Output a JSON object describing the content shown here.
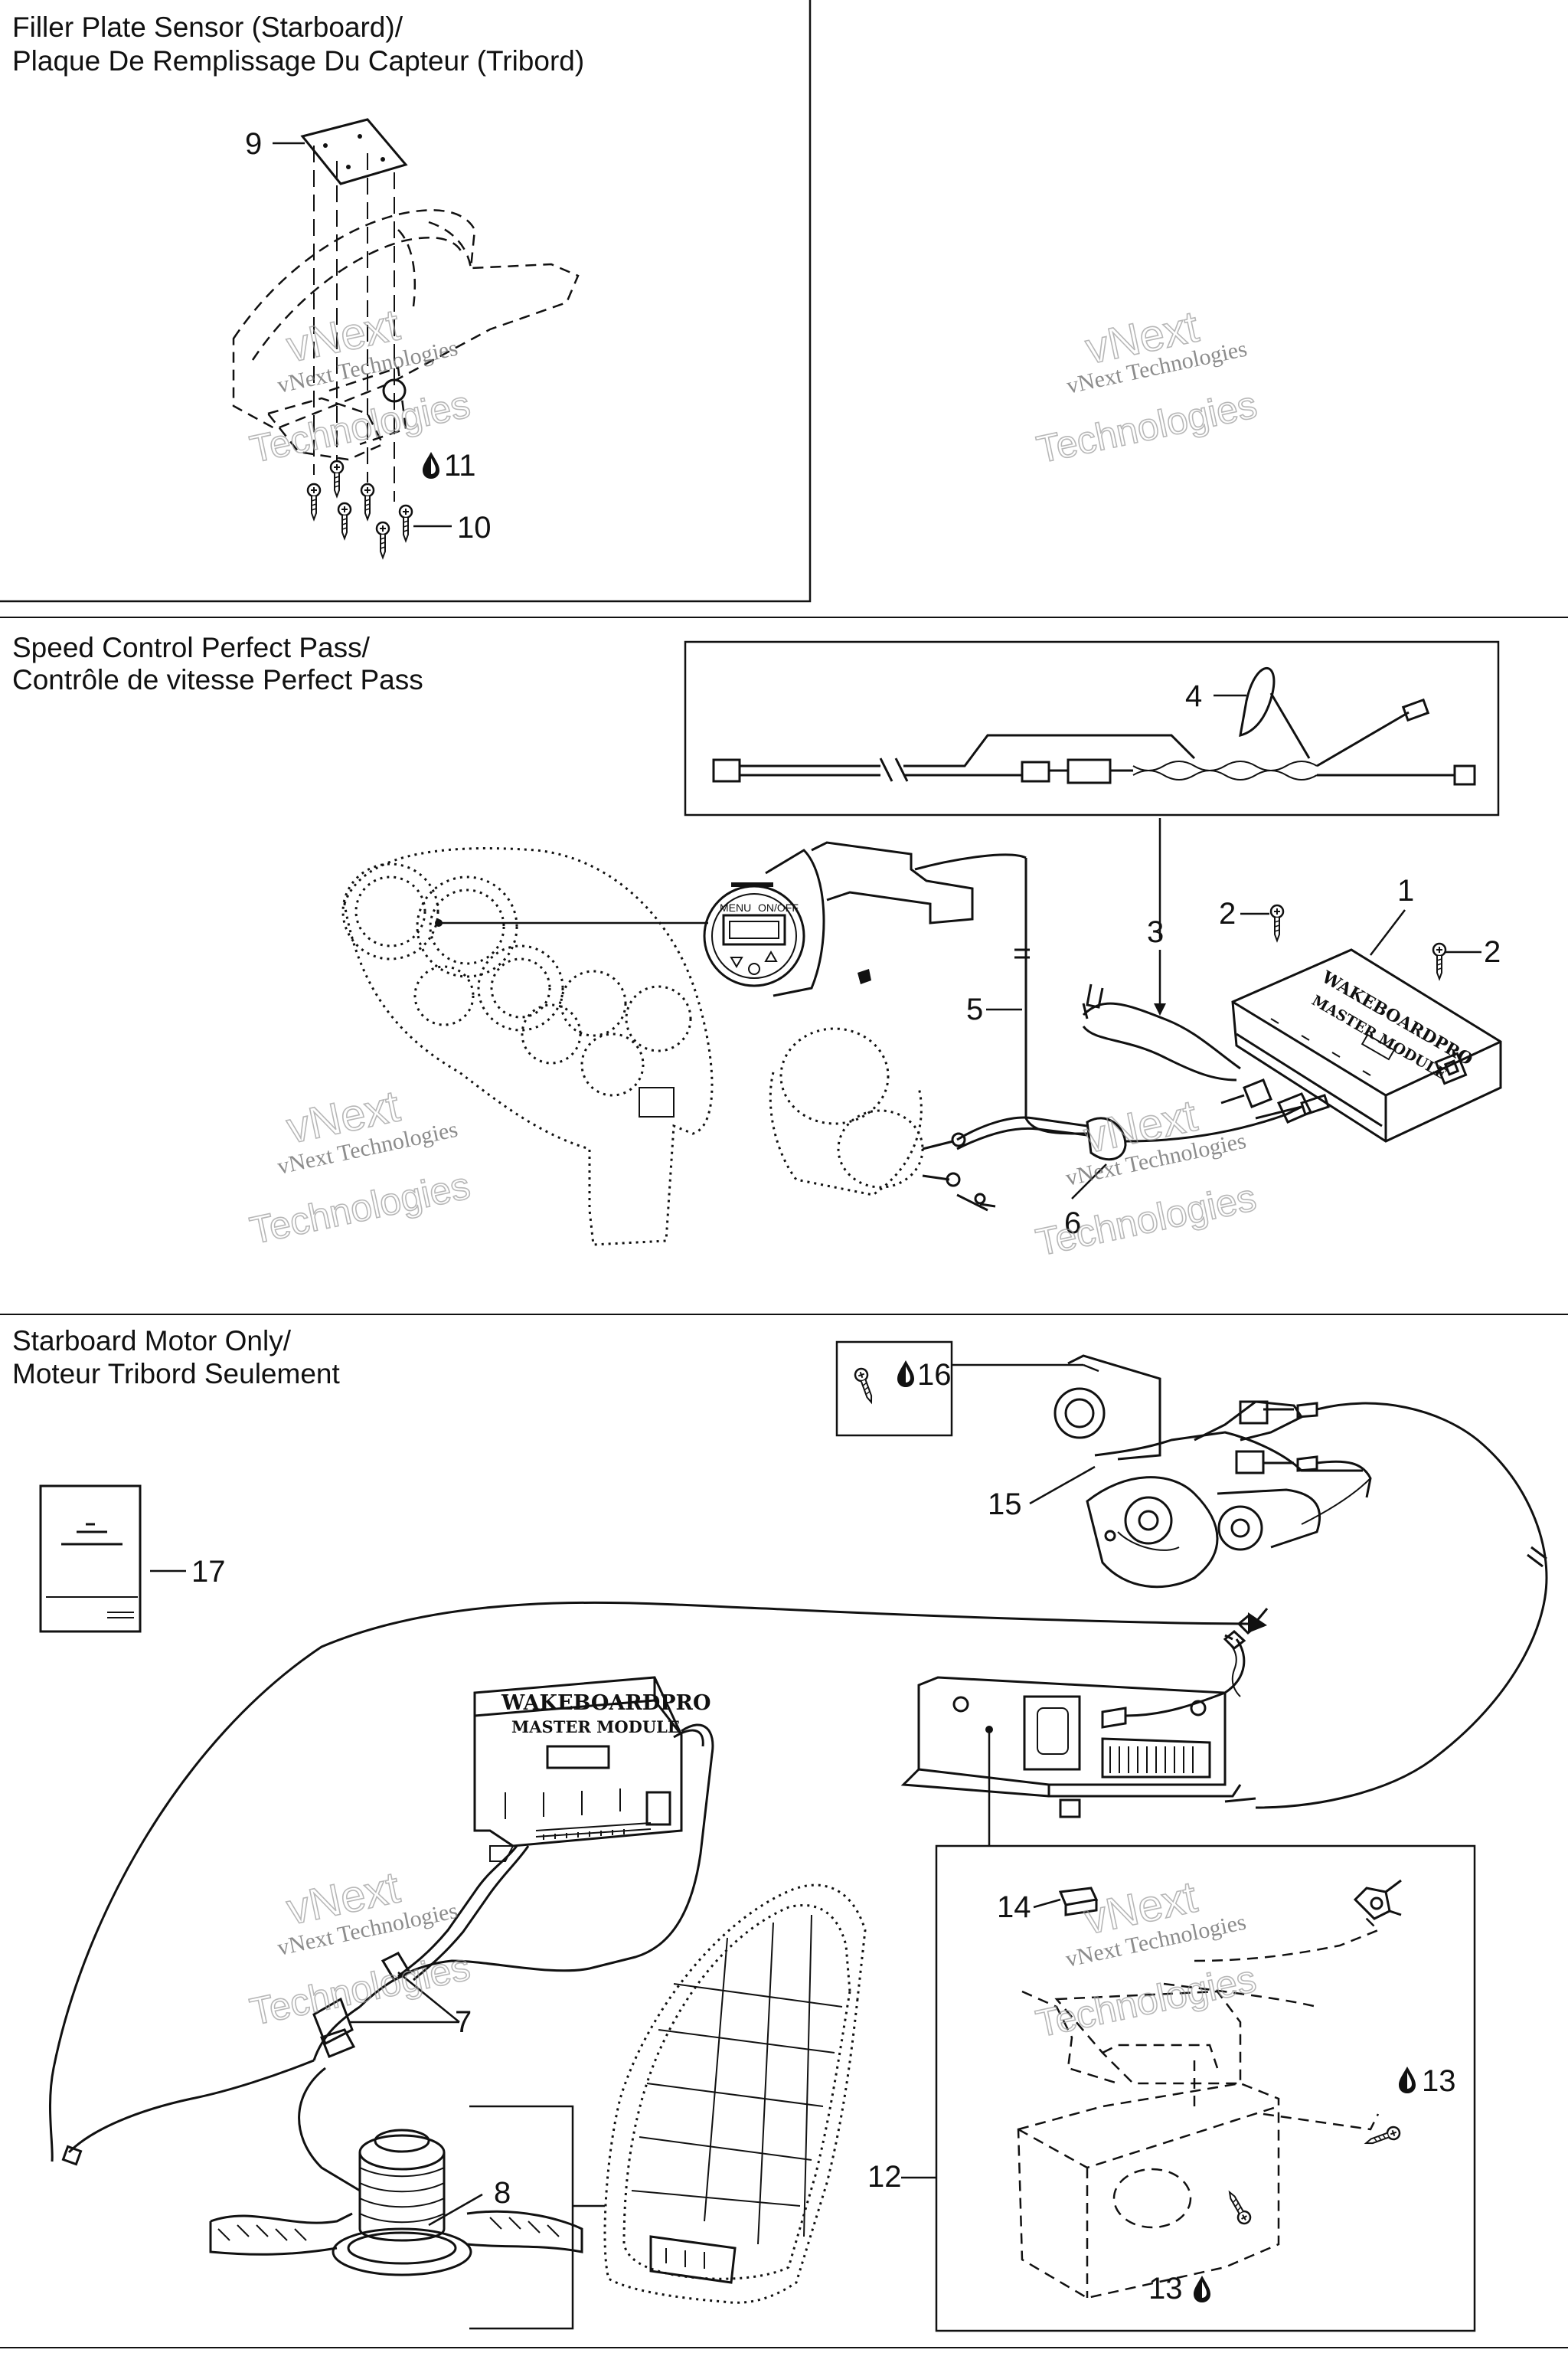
{
  "sections": [
    {
      "id": "filler-plate",
      "title_en": "Filler Plate Sensor (Starboard)/",
      "title_fr": "Plaque De Remplissage Du Capteur (Tribord)"
    },
    {
      "id": "speed-control",
      "title_en": "Speed Control Perfect Pass/",
      "title_fr": "Contrôle de vitesse Perfect Pass"
    },
    {
      "id": "starboard-motor",
      "title_en": "Starboard Motor Only/",
      "title_fr": "Moteur Tribord Seulement"
    }
  ],
  "callouts": {
    "c1": "1",
    "c2a": "2",
    "c2b": "2",
    "c3": "3",
    "c4": "4",
    "c5": "5",
    "c6": "6",
    "c7": "7",
    "c8": "8",
    "c9": "9",
    "c10": "10",
    "c11": "11",
    "c12": "12",
    "c13a": "13",
    "c13b": "13",
    "c14": "14",
    "c15": "15",
    "c16": "16",
    "c17": "17"
  },
  "module_labels": {
    "top_line1": "WAKEBOARDPRO",
    "top_line2": "MASTER MODULE",
    "bottom_line1": "WAKEBOARDPRO",
    "bottom_line2": "MASTER MODULE"
  },
  "gauge_labels": {
    "menu": "MENU",
    "onoff": "ON/OFF"
  },
  "watermarks": [
    {
      "line1": "vNext Technologies",
      "line2": "vNext",
      "line3": "Technologies"
    },
    {
      "line1": "vNext Technologies",
      "line2": "vNext",
      "line3": "Technologies"
    },
    {
      "line1": "vNext Technologies",
      "line2": "vNext",
      "line3": "Technologies"
    },
    {
      "line1": "vNext Technologies",
      "line2": "vNext",
      "line3": "Technologies"
    },
    {
      "line1": "vNext Technologies",
      "line2": "vNext",
      "line3": "Technologies"
    },
    {
      "line1": "vNext Technologies",
      "line2": "vNext",
      "line3": "Technologies"
    }
  ],
  "icons": {
    "sealant": "sealant-drop-icon"
  }
}
